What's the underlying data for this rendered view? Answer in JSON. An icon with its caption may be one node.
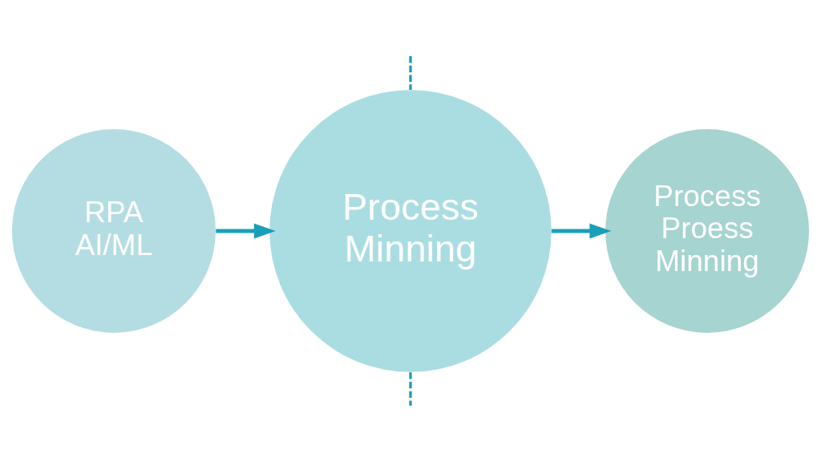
{
  "diagram": {
    "nodes": [
      {
        "text": [
          "RPA",
          "AI/ML"
        ]
      },
      {
        "text": [
          "Process Minning"
        ]
      },
      {
        "text": [
          "Process Proess Minning"
        ]
      }
    ],
    "edges": [
      {
        "from": 0,
        "to": 1,
        "arrow": "to"
      },
      {
        "from": 1,
        "to": 2,
        "arrow": "to"
      },
      {
        "from": null,
        "to": 1,
        "arrow": "none",
        "style": "dashed"
      },
      {
        "from": 1,
        "to": null,
        "arrow": "none",
        "style": "dashed"
      }
    ]
  }
}
